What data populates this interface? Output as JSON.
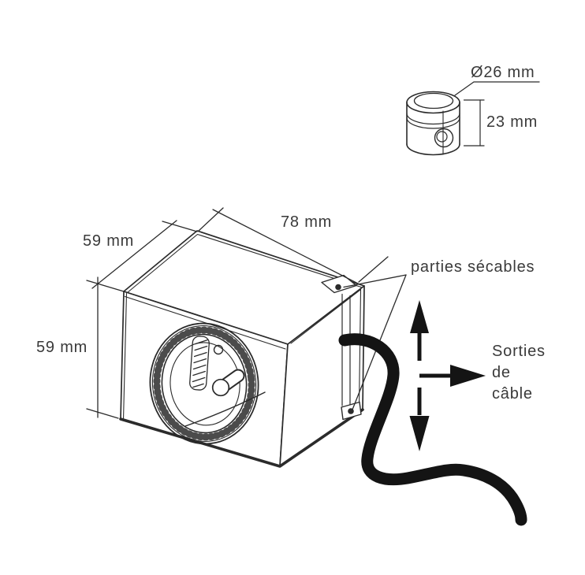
{
  "figure": {
    "background": "#ffffff",
    "line_color": "#2b2b2b",
    "cable_color": "#141414",
    "text_color": "#3a3a3a",
    "clamp": {
      "diameter_label": "Ø26 mm",
      "height_label": "23 mm"
    },
    "box": {
      "width_label": "78 mm",
      "depth_label": "59 mm",
      "height_label": "59 mm"
    },
    "callouts": {
      "breakable_parts": "parties sécables",
      "cable_outlet_lines": [
        "Sorties",
        "de",
        "câble"
      ]
    }
  }
}
